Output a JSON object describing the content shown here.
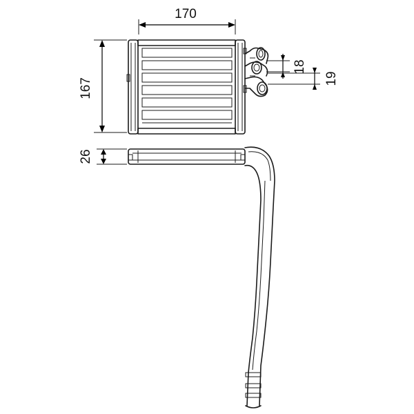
{
  "dimensions": {
    "width": "170",
    "height": "167",
    "depth": "26",
    "pipe_top": "18",
    "pipe_bottom": "19"
  },
  "colors": {
    "line": "#1a1a1a",
    "background": "#ffffff"
  }
}
